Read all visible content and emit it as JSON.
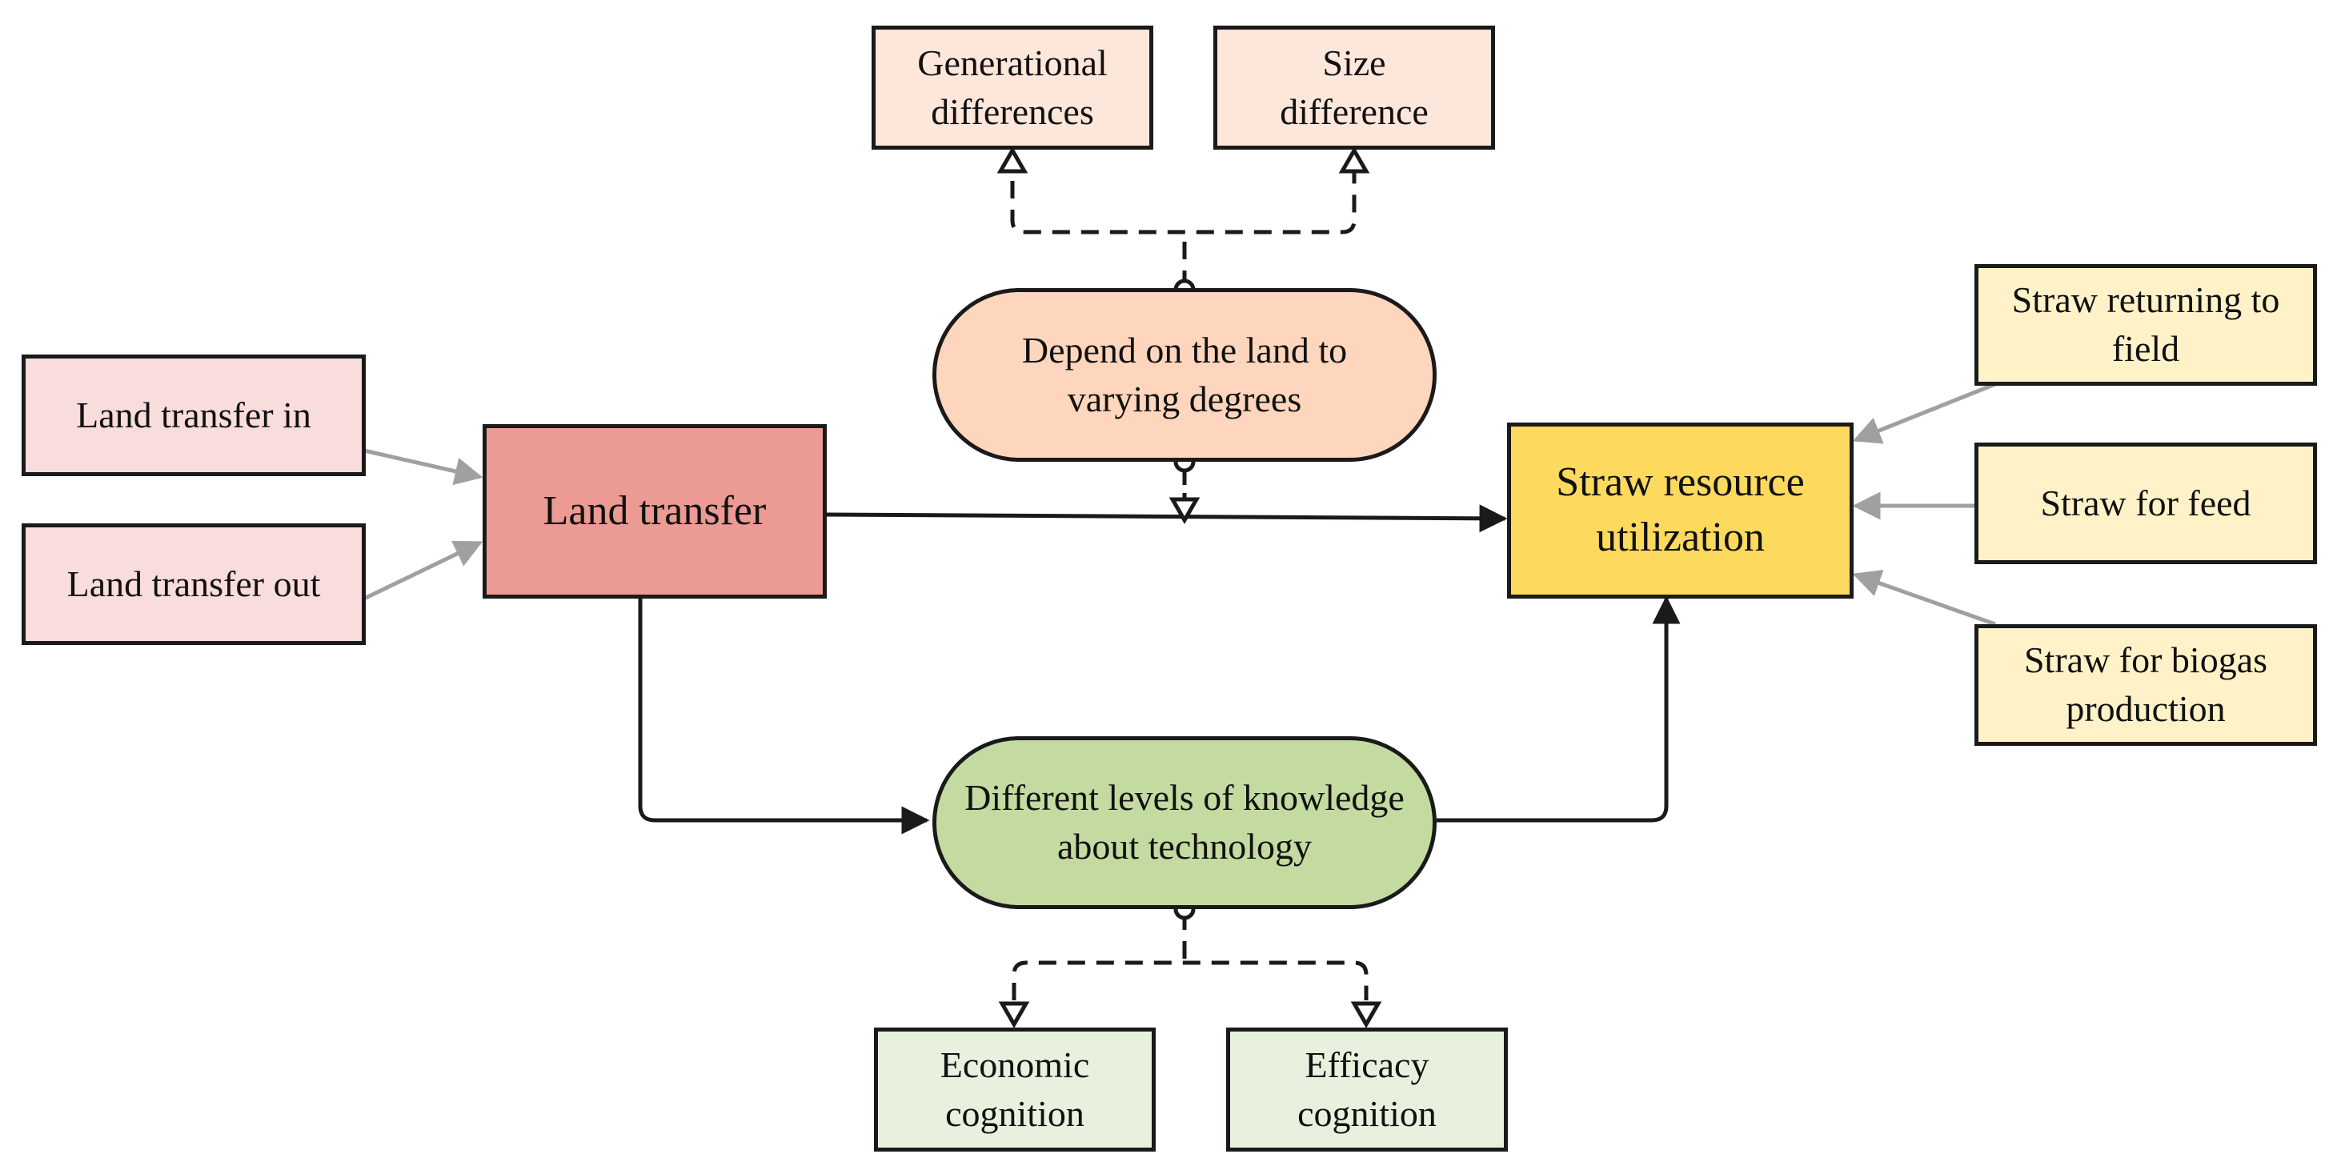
{
  "colors": {
    "land_input": "#f9dcdc",
    "land_main": "#ec9a94",
    "straw_main": "#fdd95e",
    "straw_input": "#fff2c8",
    "top_factor": "#fde7da",
    "top_pill": "#fdd6bd",
    "tech_pill": "#c3dba0",
    "bottom_factor": "#e8f1de",
    "line_black": "#1a1a1a",
    "line_gray": "#a0a0a0"
  },
  "nodes": {
    "land_transfer_in": "Land transfer in",
    "land_transfer_out": "Land transfer out",
    "land_transfer": "Land transfer",
    "generational_differences": "Generational\ndifferences",
    "size_difference": "Size\ndifference",
    "depend_on_land": "Depend on the land to\nvarying degrees",
    "straw_resource_utilization": "Straw resource\nutilization",
    "straw_returning": "Straw returning to\nfield",
    "straw_feed": "Straw for feed",
    "straw_biogas": "Straw for biogas\nproduction",
    "knowledge_technology": "Different levels of knowledge\nabout technology",
    "economic_cognition": "Economic\ncognition",
    "efficacy_cognition": "Efficacy\ncognition"
  }
}
